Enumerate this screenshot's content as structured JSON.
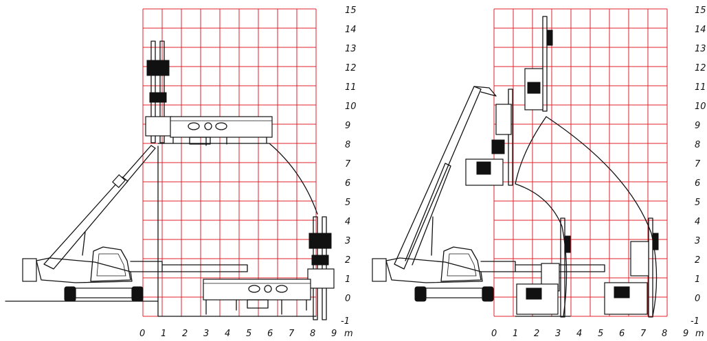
{
  "panels": [
    {
      "id": "left",
      "x_ticks": [
        "0",
        "1",
        "2",
        "3",
        "4",
        "5",
        "6",
        "7",
        "8",
        "9"
      ],
      "y_ticks": [
        "15",
        "14",
        "13",
        "12",
        "11",
        "10",
        "9",
        "8",
        "7",
        "6",
        "5",
        "4",
        "3",
        "2",
        "1",
        "0",
        "-1"
      ],
      "unit": "m"
    },
    {
      "id": "right",
      "x_ticks": [
        "0",
        "1",
        "2",
        "3",
        "4",
        "5",
        "6",
        "7",
        "8",
        "9"
      ],
      "y_ticks": [
        "15",
        "14",
        "13",
        "12",
        "11",
        "10",
        "9",
        "8",
        "7",
        "6",
        "5",
        "4",
        "3",
        "2",
        "1",
        "0",
        "-1"
      ],
      "unit": "m"
    }
  ],
  "colors": {
    "grid": "#e3202a",
    "drawing": "#111111",
    "background": "#ffffff"
  }
}
